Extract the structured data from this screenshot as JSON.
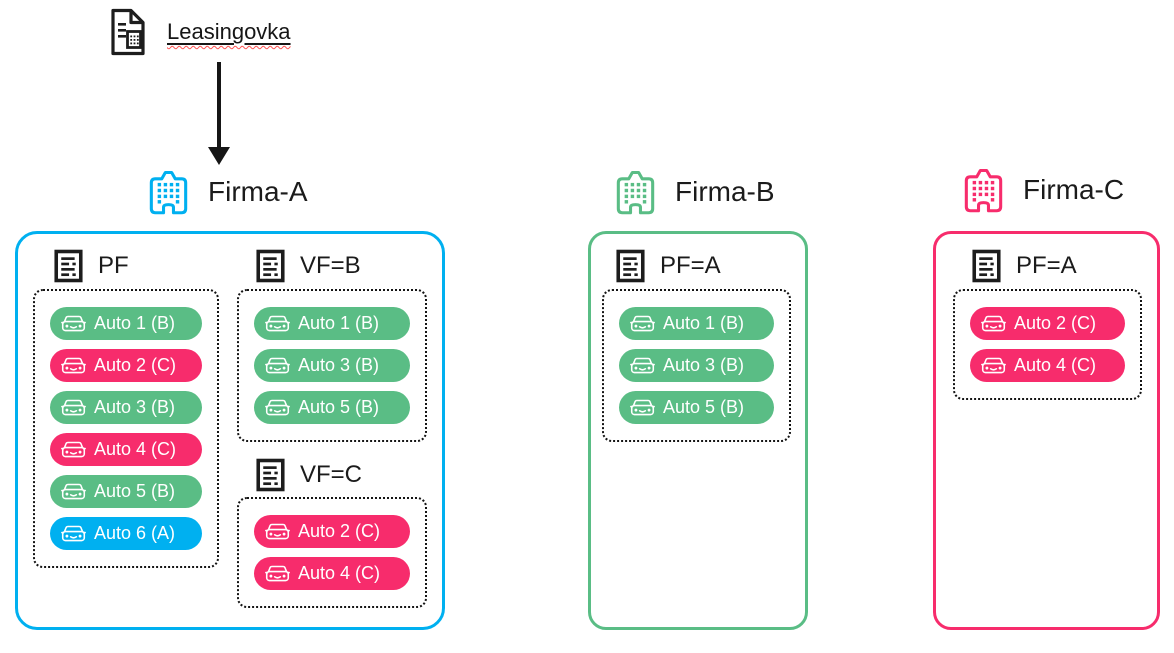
{
  "colors": {
    "cyan": "#00B0F0",
    "green": "#5ABD85",
    "pink": "#F72C6C",
    "ink": "#1b1b1b"
  },
  "lease": {
    "label": "Leasingovka"
  },
  "firms": [
    {
      "name": "Firma-A",
      "accent": "cyan",
      "sections": [
        {
          "label": "PF",
          "autos": [
            {
              "label": "Auto 1 (B)",
              "color": "green"
            },
            {
              "label": "Auto 2 (C)",
              "color": "pink"
            },
            {
              "label": "Auto 3 (B)",
              "color": "green"
            },
            {
              "label": "Auto 4 (C)",
              "color": "pink"
            },
            {
              "label": "Auto 5 (B)",
              "color": "green"
            },
            {
              "label": "Auto 6 (A)",
              "color": "cyan"
            }
          ]
        },
        {
          "label": "VF=B",
          "autos": [
            {
              "label": "Auto 1 (B)",
              "color": "green"
            },
            {
              "label": "Auto 3 (B)",
              "color": "green"
            },
            {
              "label": "Auto 5 (B)",
              "color": "green"
            }
          ]
        },
        {
          "label": "VF=C",
          "autos": [
            {
              "label": "Auto 2 (C)",
              "color": "pink"
            },
            {
              "label": "Auto 4 (C)",
              "color": "pink"
            }
          ]
        }
      ]
    },
    {
      "name": "Firma-B",
      "accent": "green",
      "sections": [
        {
          "label": "PF=A",
          "autos": [
            {
              "label": "Auto 1 (B)",
              "color": "green"
            },
            {
              "label": "Auto 3 (B)",
              "color": "green"
            },
            {
              "label": "Auto 5 (B)",
              "color": "green"
            }
          ]
        }
      ]
    },
    {
      "name": "Firma-C",
      "accent": "pink",
      "sections": [
        {
          "label": "PF=A",
          "autos": [
            {
              "label": "Auto 2 (C)",
              "color": "pink"
            },
            {
              "label": "Auto 4 (C)",
              "color": "pink"
            }
          ]
        }
      ]
    }
  ]
}
